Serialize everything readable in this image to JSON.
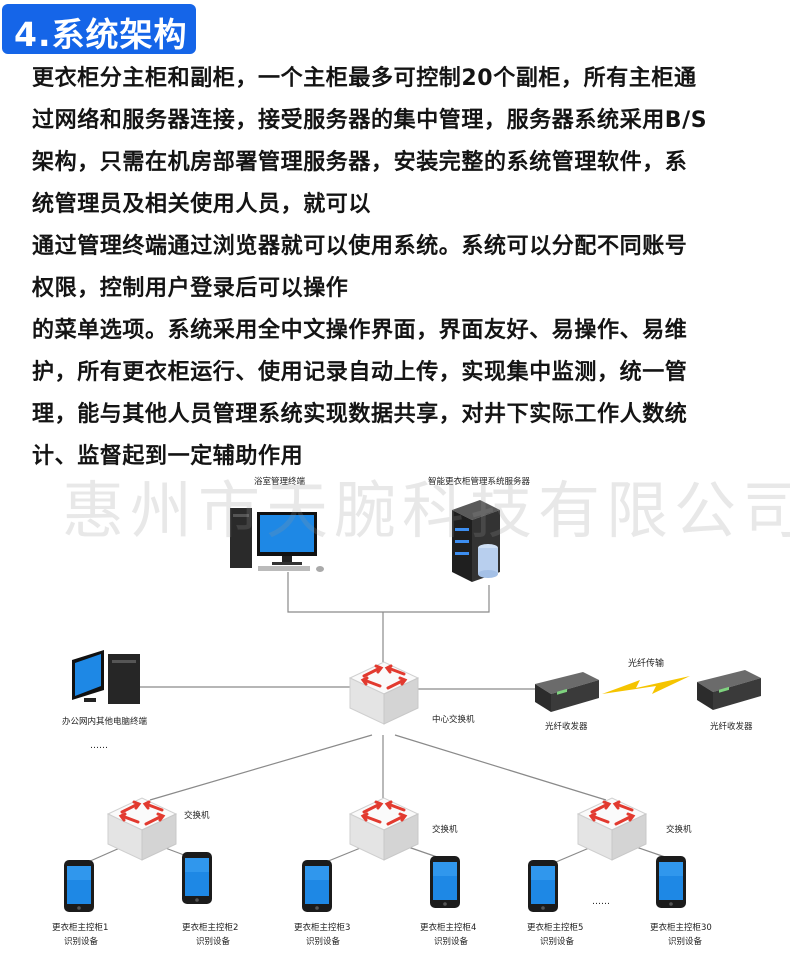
{
  "title": "4.系统架构",
  "paragraph_lines": [
    "更衣柜分主柜和副柜，一个主柜最多可控制20个副柜，所有主柜通",
    "过网络和服务器连接，接受服务器的集中管理，服务器系统采用B/S",
    "架构，只需在机房部署管理服务器，安装完整的系统管理软件，系",
    "统管理员及相关使用人员，就可以",
    "通过管理终端通过浏览器就可以使用系统。系统可以分配不同账号",
    "权限，控制用户登录后可以操作",
    "的菜单选项。系统采用全中文操作界面，界面友好、易操作、易维",
    "护，所有更衣柜运行、使用记录自动上传，实现集中监测，统一管",
    "理，能与其他人员管理系统实现数据共享，对井下实际工作人数统",
    "计、监督起到一定辅助作用"
  ],
  "watermark": "惠州市天腕科技有限公司",
  "diagram": {
    "top_terminal_label": "浴室管理终端",
    "server_label": "智能更衣柜管理系统服务器",
    "office_pc_label": "办公网内其他电脑终端",
    "office_ellipsis": "……",
    "center_switch_label": "中心交换机",
    "fiber_label": "光纤传输",
    "transceiver_left_label": "光纤收发器",
    "transceiver_right_label": "光纤收发器",
    "switch_label_1": "交换机",
    "switch_label_2": "交换机",
    "switch_label_3": "交换机",
    "devices_ellipsis": "……",
    "devices": [
      {
        "name": "更衣柜主控柜1",
        "sub": "识别设备"
      },
      {
        "name": "更衣柜主控柜2",
        "sub": "识别设备"
      },
      {
        "name": "更衣柜主控柜3",
        "sub": "识别设备"
      },
      {
        "name": "更衣柜主控柜4",
        "sub": "识别设备"
      },
      {
        "name": "更衣柜主控柜5",
        "sub": "识别设备"
      },
      {
        "name": "更衣柜主控柜30",
        "sub": "识别设备"
      }
    ]
  },
  "colors": {
    "title_bg": "#1565e8",
    "line": "#8a8a8a",
    "switch_arrow": "#e23a2f",
    "fiber_bolt": "#f5c400",
    "screen_blue": "#1e88e5"
  }
}
